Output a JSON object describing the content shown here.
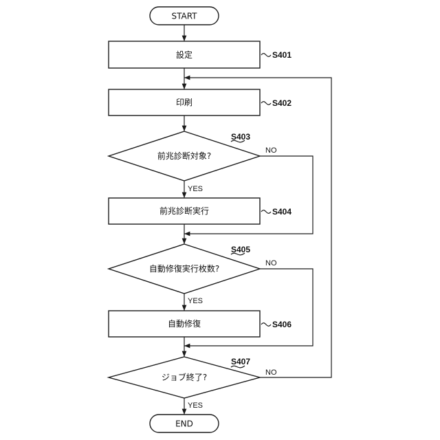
{
  "terminals": {
    "start": "START",
    "end": "END"
  },
  "steps": {
    "s401": {
      "id": "S401",
      "text": "設定"
    },
    "s402": {
      "id": "S402",
      "text": "印刷"
    },
    "s403": {
      "id": "S403",
      "text": "前兆診断対象?"
    },
    "s404": {
      "id": "S404",
      "text": "前兆診断実行"
    },
    "s405": {
      "id": "S405",
      "text": "自動修復実行枚数?"
    },
    "s406": {
      "id": "S406",
      "text": "自動修復"
    },
    "s407": {
      "id": "S407",
      "text": "ジョブ終了?"
    }
  },
  "branches": {
    "s403_yes": "YES",
    "s403_no": "NO",
    "s405_yes": "YES",
    "s405_no": "NO",
    "s407_yes": "YES",
    "s407_no": "NO"
  }
}
